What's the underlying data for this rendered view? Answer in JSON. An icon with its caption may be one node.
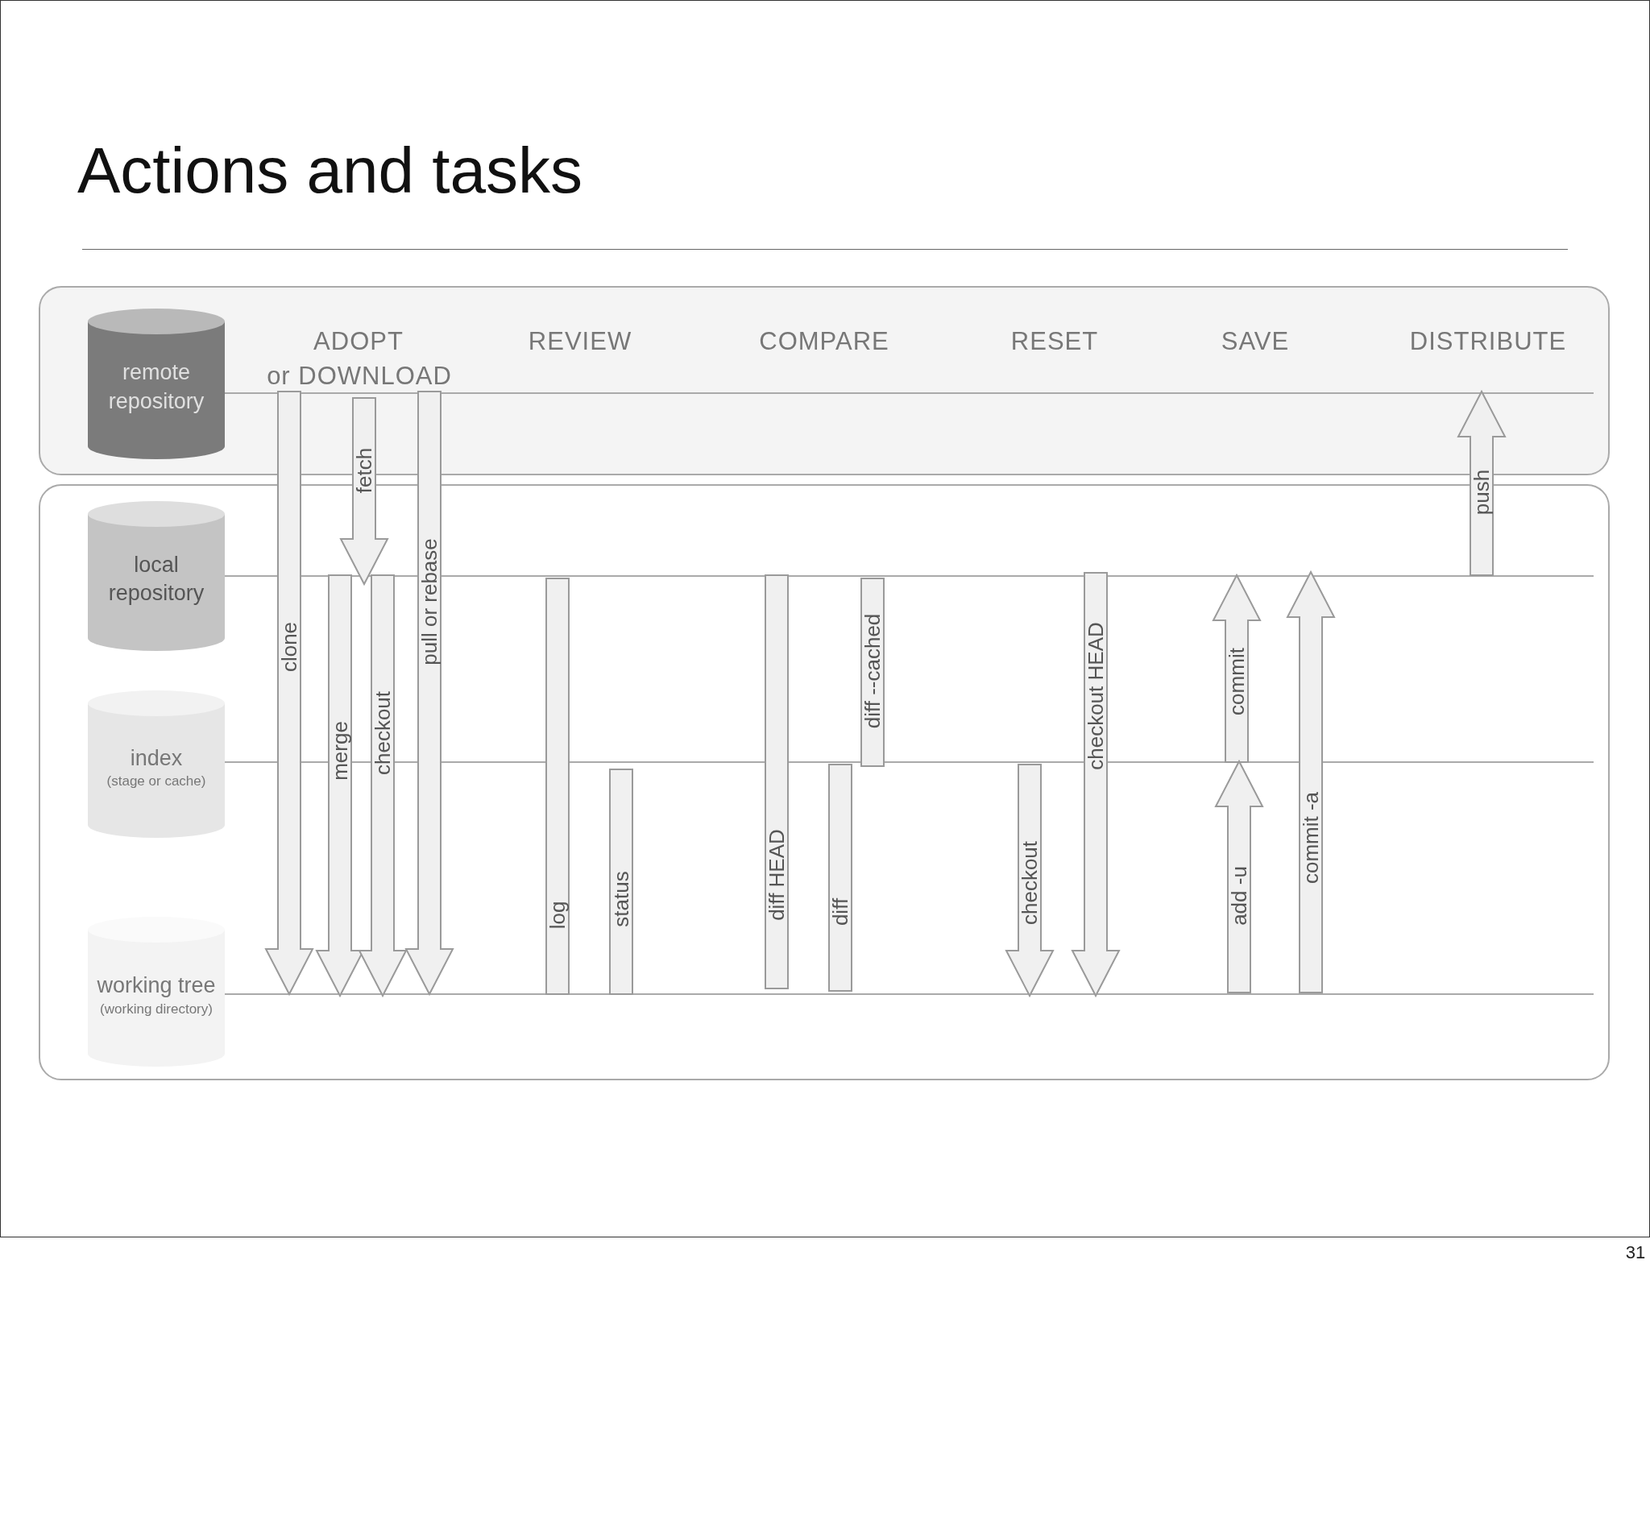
{
  "diagram": {
    "title": "Actions and tasks",
    "nodes": [
      {
        "text": [],
        "shape": "box"
      },
      {
        "text": [],
        "shape": "box"
      },
      {
        "text": [
          "remote repository"
        ],
        "in": 0
      },
      {
        "text": [
          "local repository"
        ],
        "in": 1
      },
      {
        "text": [
          "index",
          "(stage or cache)"
        ],
        "in": 1
      },
      {
        "text": [
          "working tree",
          "(working directory)"
        ],
        "in": 1
      },
      {
        "text": [
          "clone"
        ]
      },
      {
        "text": [
          "fetch"
        ]
      },
      {
        "text": [
          "merge"
        ],
        "in": 1
      },
      {
        "text": [
          "checkout"
        ],
        "in": 1
      },
      {
        "text": [
          "pull or rebase"
        ]
      },
      {
        "text": [
          "log"
        ],
        "in": 1
      },
      {
        "text": [
          "status"
        ],
        "in": 1
      },
      {
        "text": [
          "diff HEAD"
        ],
        "in": 1
      },
      {
        "text": [
          "diff"
        ],
        "in": 1
      },
      {
        "text": [
          "diff --cached"
        ],
        "in": 1
      },
      {
        "text": [
          "checkout"
        ],
        "in": 1
      },
      {
        "text": [
          "checkout HEAD"
        ],
        "in": 1
      },
      {
        "text": [
          "commit"
        ],
        "in": 1
      },
      {
        "text": [
          "add -u"
        ],
        "in": 1
      },
      {
        "text": [
          "commit -a"
        ],
        "in": 1
      },
      {
        "text": [
          "push"
        ]
      }
    ],
    "labels": [
      "ADOPT",
      "or DOWNLOAD",
      "REVIEW",
      "COMPARE",
      "RESET",
      "SAVE",
      "DISTRIBUTE",
      "31"
    ]
  }
}
